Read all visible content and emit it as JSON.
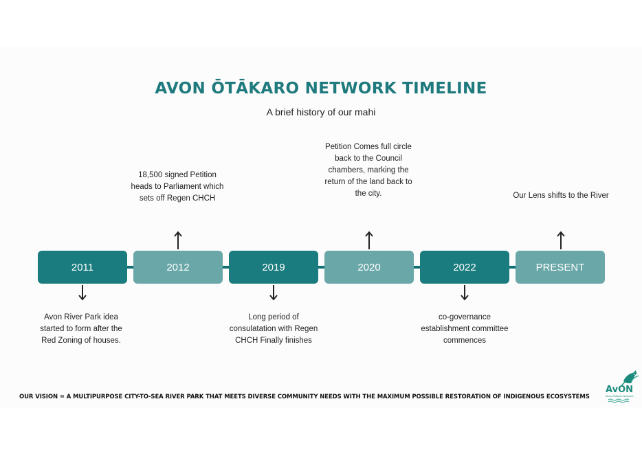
{
  "title": "AVON ŌTĀKARO NETWORK TIMELINE",
  "subtitle": "A brief history of our mahi",
  "events": [
    {
      "year": "2011",
      "note": "Avon River Park idea started to form after the Red Zoning of houses."
    },
    {
      "year": "2012",
      "note": "18,500 signed Petition heads to Parliament which sets off Regen CHCH"
    },
    {
      "year": "2019",
      "note": "Long period of consulatation with Regen CHCH Finally finishes"
    },
    {
      "year": "2020",
      "note": "Petition Comes full circle back to the Council chambers, marking the return of the land back to the city."
    },
    {
      "year": "2022",
      "note": "co-governance establishment committee commences"
    },
    {
      "year": "PRESENT",
      "note": "Our Lens shifts to the River"
    }
  ],
  "vision": "OUR VISION = A MULTIPURPOSE CITY-TO-SEA RIVER PARK THAT MEETS DIVERSE COMMUNITY NEEDS WITH THE MAXIMUM POSSIBLE RESTORATION OF INDIGENOUS ECOSYSTEMS",
  "logo": {
    "name": "AvON",
    "tagline": "Avon-Ōtākaro Network",
    "icon": "bird-icon"
  },
  "colors": {
    "dark": "#1a7c7e",
    "light": "#6aa7a8",
    "title": "#1f7a7e",
    "line": "#0f6f72"
  }
}
